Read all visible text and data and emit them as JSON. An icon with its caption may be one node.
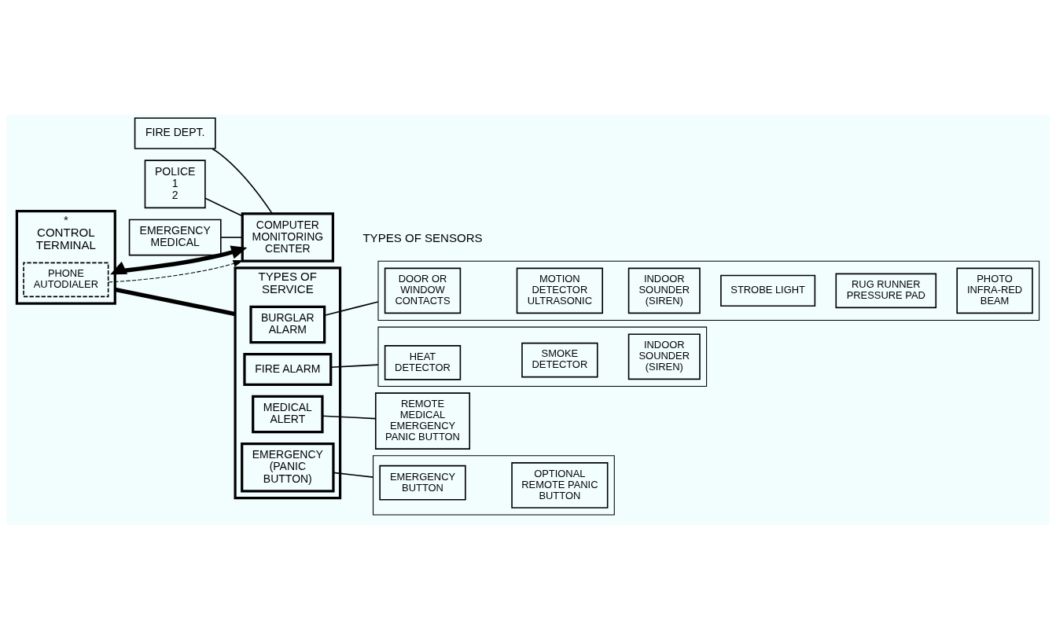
{
  "diagram": {
    "nodes": [
      {
        "text": [
          "COMPUTER MONITORING CENTER"
        ]
      },
      {
        "text": [
          "FIRE DEPT."
        ]
      },
      {
        "text": [
          "POLICE",
          "1",
          "2"
        ]
      },
      {
        "text": [
          "EMERGENCY MEDICAL"
        ]
      },
      {
        "text": [
          "*",
          "CONTROL TERMINAL"
        ]
      },
      {
        "text": [
          "PHONE AUTODIALER"
        ],
        "in": 4
      },
      {
        "text": [
          "TYPES OF SERVICE"
        ]
      },
      {
        "text": [
          "BURGLAR ALARM"
        ],
        "in": 6
      },
      {
        "text": [
          "FIRE ALARM"
        ],
        "in": 6
      },
      {
        "text": [
          "MEDICAL ALERT"
        ],
        "in": 6
      },
      {
        "text": [
          "EMERGENCY (PANIC BUTTON)"
        ],
        "in": 6
      },
      {
        "text": [],
        "shape": "box"
      },
      {
        "text": [
          "DOOR OR WINDOW CONTACTS"
        ],
        "in": 11
      },
      {
        "text": [
          "MOTION DETECTOR ULTRASONIC"
        ],
        "in": 11
      },
      {
        "text": [
          "INDOOR SOUNDER (SIREN)"
        ],
        "in": 11
      },
      {
        "text": [
          "STROBE LIGHT"
        ],
        "in": 11
      },
      {
        "text": [
          "RUG RUNNER PRESSURE PAD"
        ],
        "in": 11
      },
      {
        "text": [
          "PHOTO INFRA-RED BEAM"
        ],
        "in": 11
      },
      {
        "text": [],
        "shape": "box"
      },
      {
        "text": [
          "HEAT DETECTOR"
        ],
        "in": 18
      },
      {
        "text": [
          "SMOKE DETECTOR"
        ],
        "in": 18
      },
      {
        "text": [
          "INDOOR SOUNDER (SIREN)"
        ],
        "in": 18
      },
      {
        "text": [
          "REMOTE MEDICAL EMERGENCY PANIC BUTTON"
        ]
      },
      {
        "text": [],
        "shape": "box"
      },
      {
        "text": [
          "EMERGENCY BUTTON"
        ],
        "in": 23
      },
      {
        "text": [
          "OPTIONAL REMOTE PANIC BUTTON"
        ],
        "in": 23
      }
    ],
    "edges": [
      {
        "from": 1,
        "to": 0,
        "arrow": "none"
      },
      {
        "from": 2,
        "to": 0,
        "arrow": "none"
      },
      {
        "from": 3,
        "to": 0,
        "arrow": "none"
      },
      {
        "from": 5,
        "to": 0,
        "arrow": "to",
        "style": "dashed"
      },
      {
        "from": 4,
        "to": 0,
        "arrow": "both",
        "style": "thick"
      },
      {
        "from": 4,
        "to": 6,
        "arrow": "none",
        "style": "thick"
      },
      {
        "from": 7,
        "to": 11,
        "arrow": "none"
      },
      {
        "from": 8,
        "to": 18,
        "arrow": "none"
      },
      {
        "from": 9,
        "to": 22,
        "arrow": "none"
      },
      {
        "from": 10,
        "to": 23,
        "arrow": "none"
      }
    ],
    "labels": [
      "TYPES OF SENSORS"
    ]
  }
}
